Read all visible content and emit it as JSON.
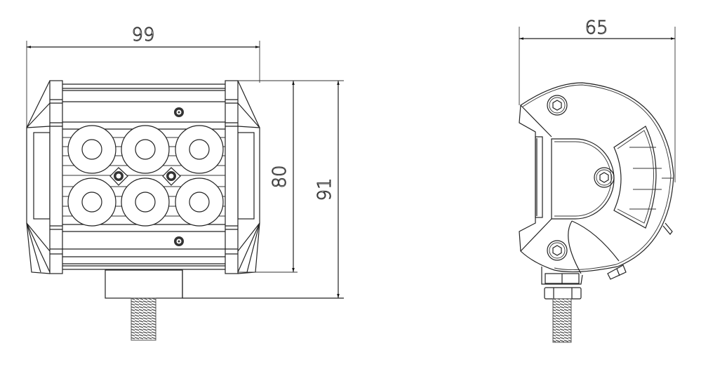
{
  "drawing": {
    "type": "technical-dimension-drawing",
    "subject": "6-LED light bar, front and side views"
  },
  "front_view": {
    "led_count": 6,
    "led_rows": 2,
    "led_columns": 3,
    "dimensions": {
      "width": {
        "label": "99",
        "value": 99
      },
      "body_height": {
        "label": "80",
        "value": 80
      },
      "total_height": {
        "label": "91",
        "value": 91
      }
    }
  },
  "side_view": {
    "dimensions": {
      "depth": {
        "label": "65",
        "value": 65
      }
    }
  },
  "colors": {
    "line": "#222222",
    "background": "#ffffff",
    "thread": "#666666"
  }
}
